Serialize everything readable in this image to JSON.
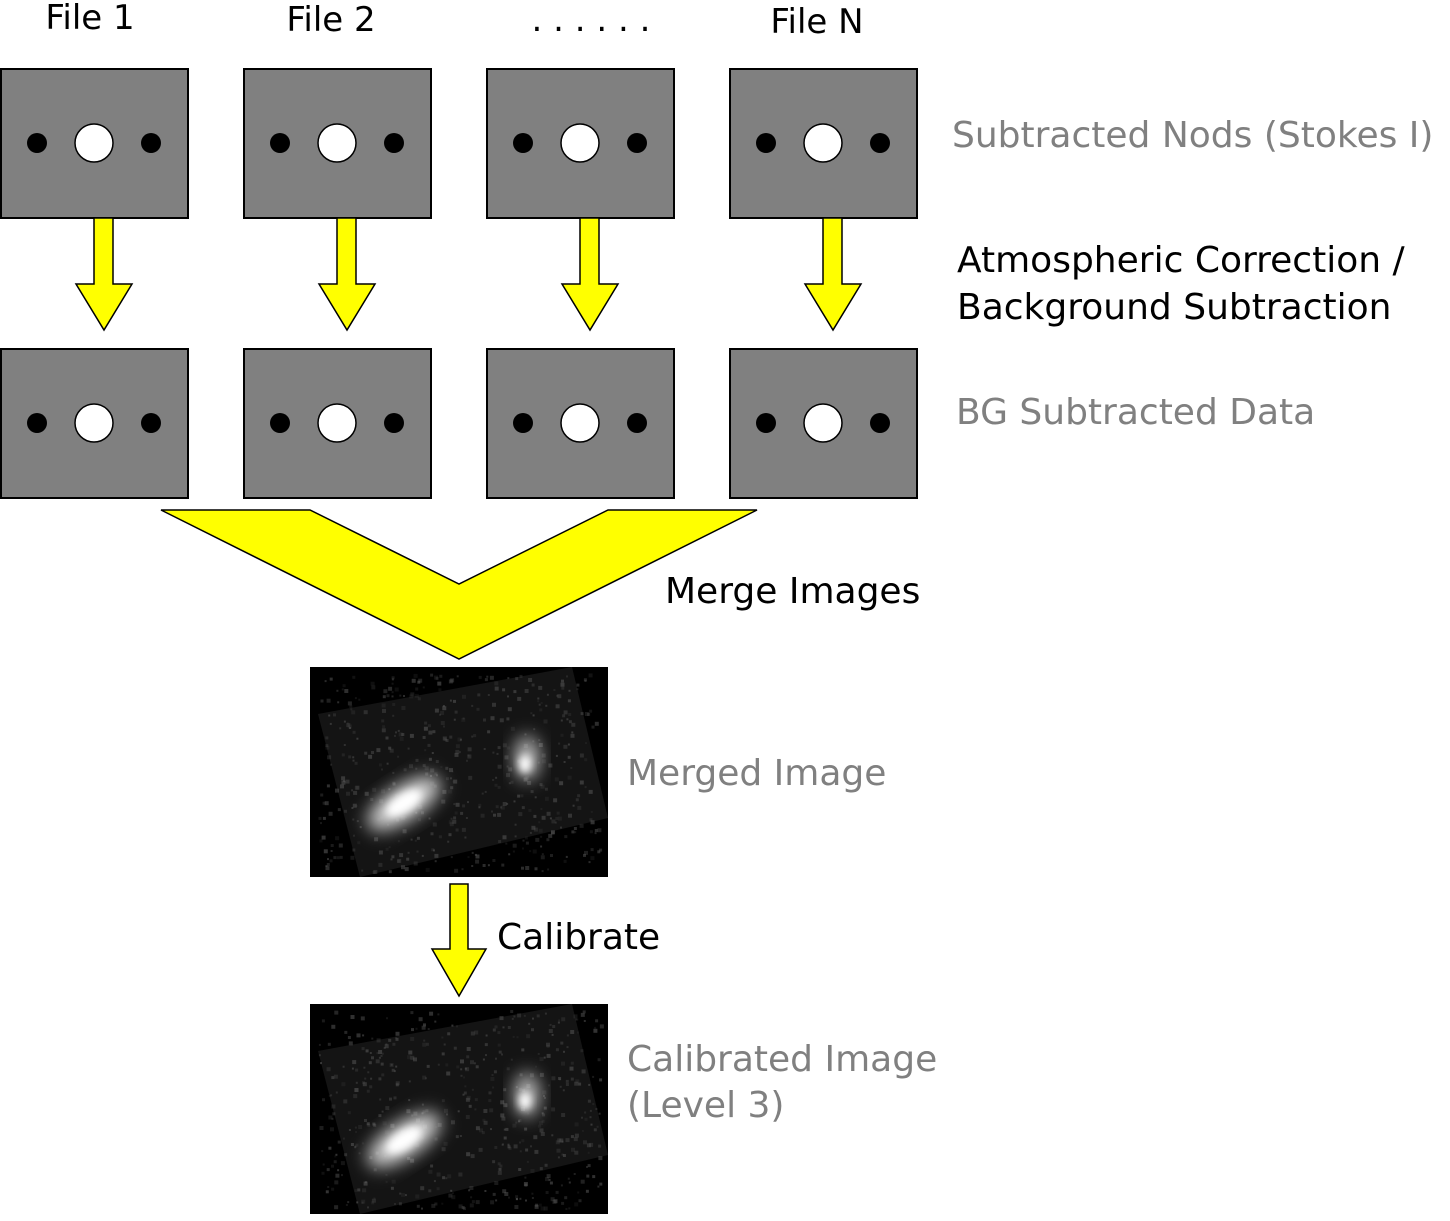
{
  "columns": {
    "file1": "File 1",
    "file2": "File 2",
    "ellipsis": ". . . . . .",
    "fileN": "File N"
  },
  "stages": {
    "subtracted_nods": "Subtracted Nods (Stokes I)",
    "bg_subtracted": "BG Subtracted Data",
    "merged": "Merged Image",
    "calibrated_line1": "Calibrated Image",
    "calibrated_line2": "(Level 3)"
  },
  "steps": {
    "atmo_line1": "Atmospheric Correction /",
    "atmo_line2": "Background Subtraction",
    "merge": "Merge Images",
    "calibrate": "Calibrate"
  },
  "colors": {
    "frame_fill": "#808080",
    "arrow_fill": "#ffff00",
    "stage_text": "#808080",
    "image_bg": "#000000"
  }
}
